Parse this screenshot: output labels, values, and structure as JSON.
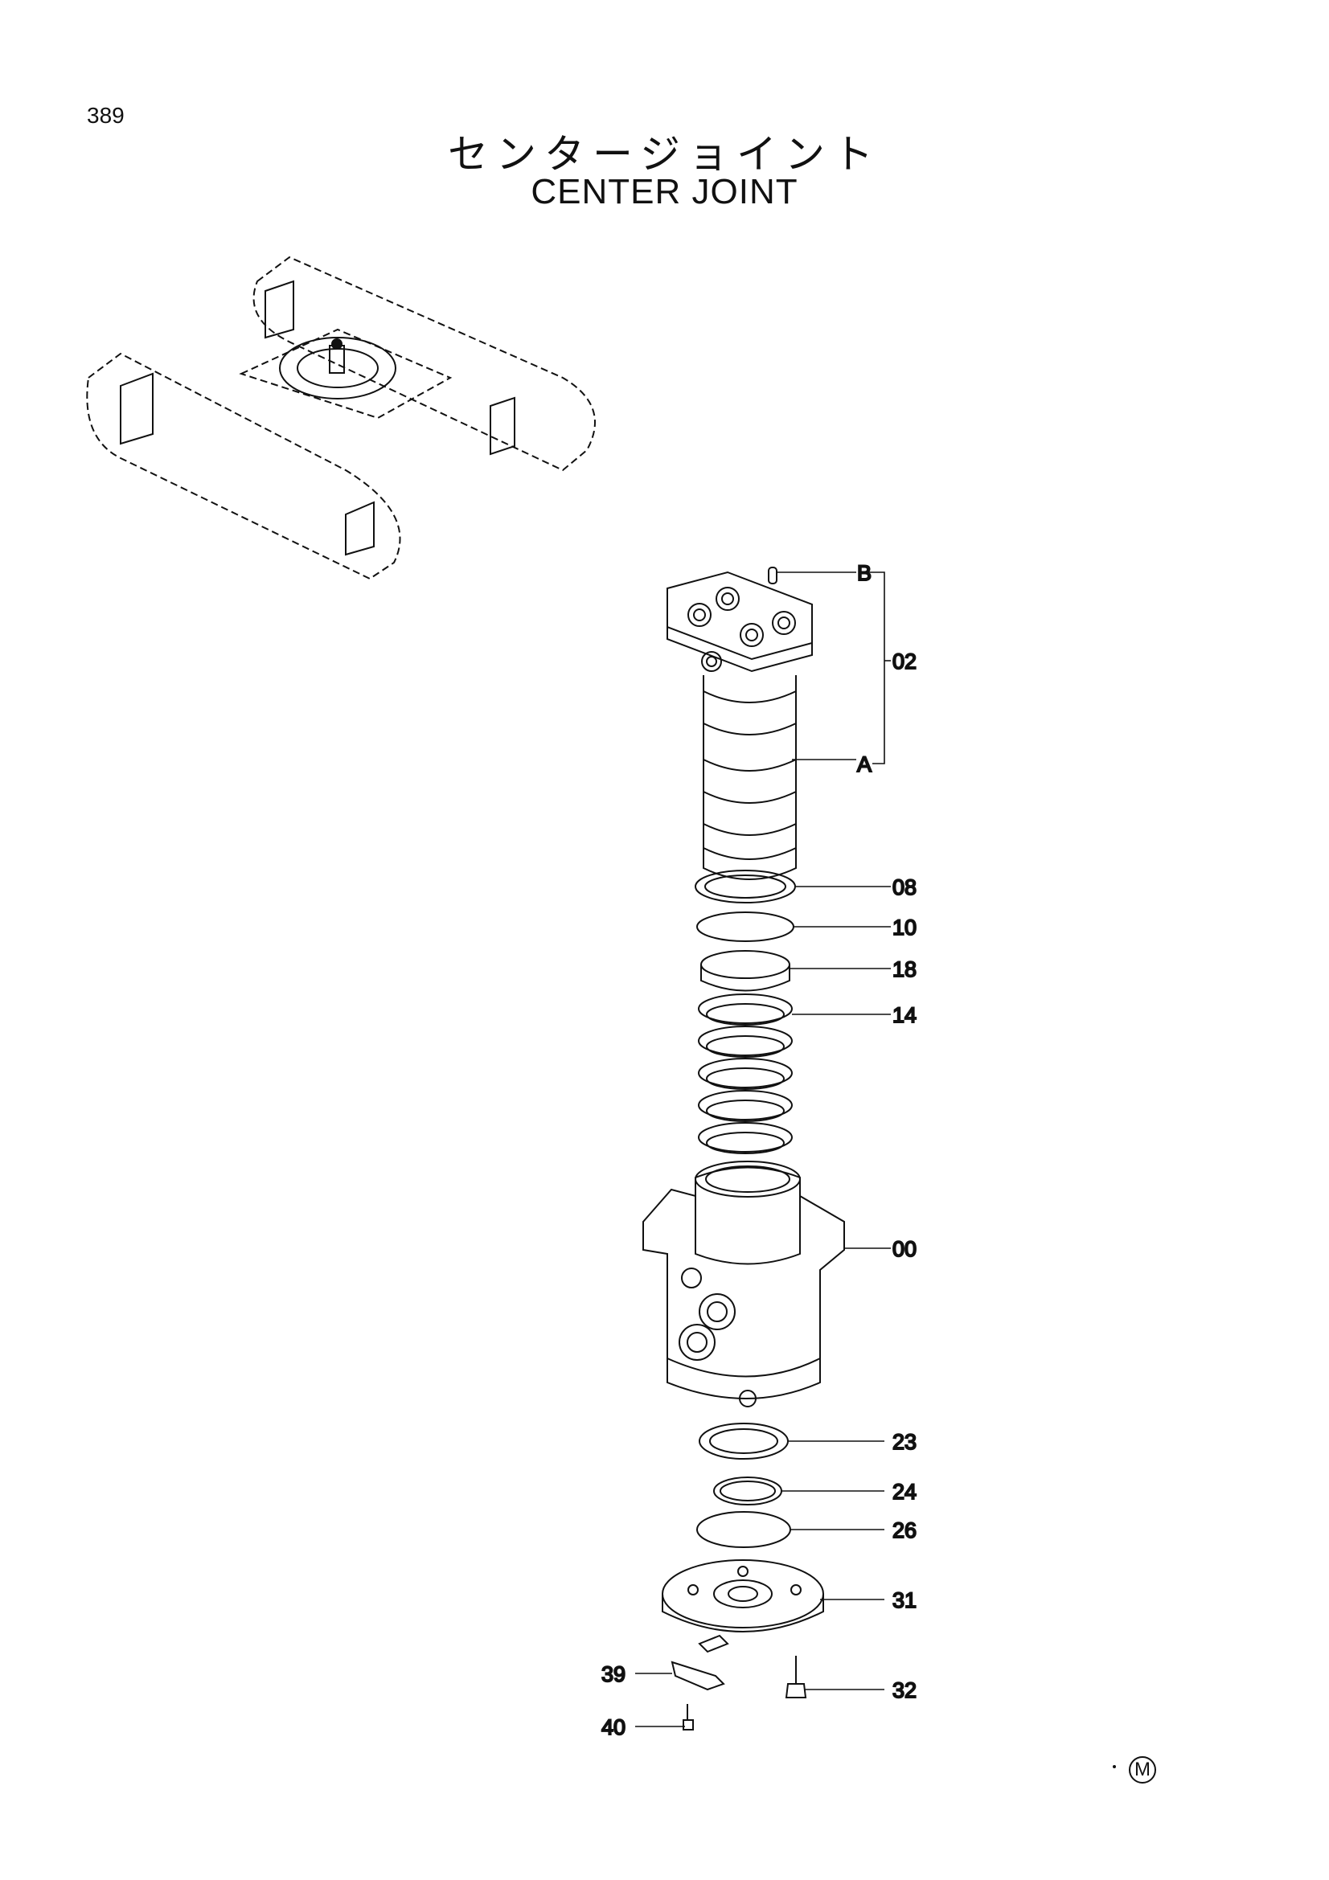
{
  "page_number": "389",
  "title_jp": "センタージョイント",
  "title_en": "CENTER JOINT",
  "mark": "M",
  "callouts": [
    {
      "label": "B"
    },
    {
      "label": "02"
    },
    {
      "label": "A"
    },
    {
      "label": "08"
    },
    {
      "label": "10"
    },
    {
      "label": "18"
    },
    {
      "label": "14"
    },
    {
      "label": "00"
    },
    {
      "label": "23"
    },
    {
      "label": "24"
    },
    {
      "label": "26"
    },
    {
      "label": "31"
    },
    {
      "label": "32"
    },
    {
      "label": "39"
    },
    {
      "label": "40"
    }
  ]
}
